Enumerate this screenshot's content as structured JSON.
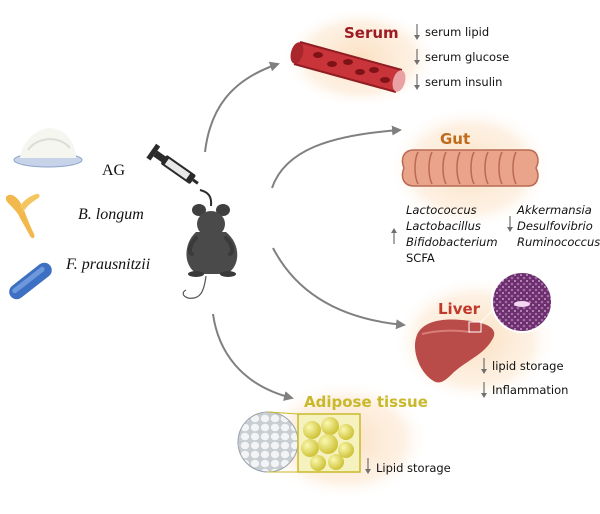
{
  "left_labels": {
    "ag": "AG",
    "b_longum": "B. longum",
    "f_prausnitzii": "F. prausnitzii"
  },
  "serum": {
    "title": "Serum",
    "items": [
      "serum lipid",
      "serum glucose",
      "serum insulin"
    ]
  },
  "gut": {
    "title": "Gut",
    "increased": [
      "Lactococcus",
      "Lactobacillus",
      "Bifidobacterium",
      "SCFA"
    ],
    "decreased": [
      "Akkermansia",
      "Desulfovibrio",
      "Ruminococcus"
    ]
  },
  "liver": {
    "title": "Liver",
    "items": [
      "lipid storage",
      "Inflammation"
    ]
  },
  "adipose": {
    "title": "Adipose tissue",
    "items": [
      "Lipid storage"
    ]
  },
  "colors": {
    "serum_title": "#9e1b24",
    "gut_title": "#c06a1a",
    "liver_title": "#c0392b",
    "adipose_title": "#c9b92a",
    "arrow": "#808080",
    "halo": "#fbe3c8"
  }
}
